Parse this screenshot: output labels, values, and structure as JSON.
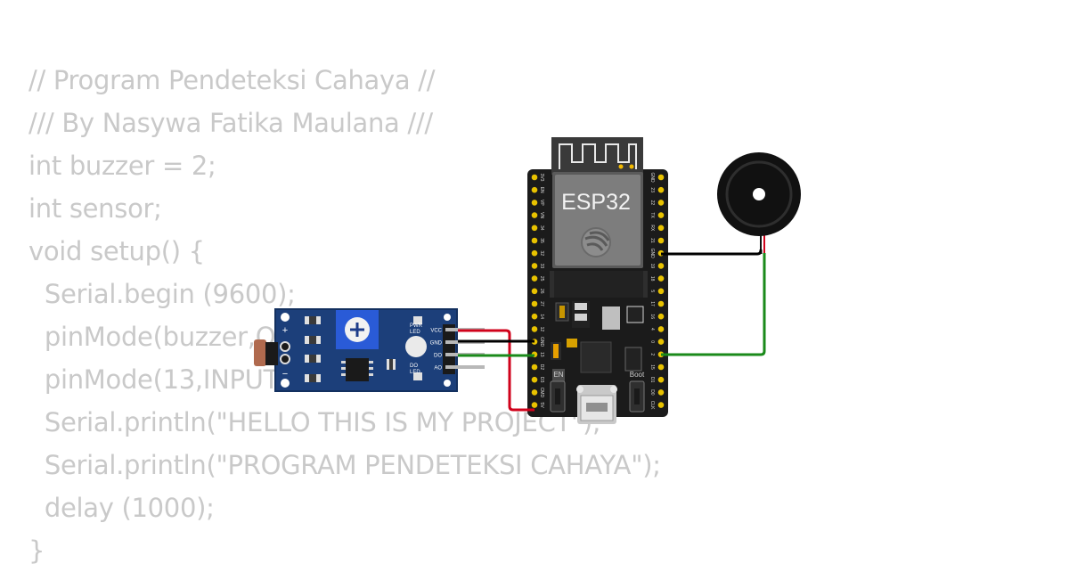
{
  "code_lines": [
    "// Program Pendeteksi Cahaya //",
    "/// By Nasywa Fatika Maulana ///",
    "int buzzer = 2;",
    "int sensor;",
    "void setup() {",
    "  Serial.begin (9600);",
    "  pinMode(buzzer,OUTPUT);",
    "  pinMode(13,INPUT);",
    "  Serial.println(\"HELLO THIS IS MY PROJECT\");",
    "  Serial.println(\"PROGRAM PENDETEKSI CAHAYA\");",
    "  delay (1000);",
    "}"
  ],
  "esp32": {
    "chip_label": "ESP32",
    "left_pins": [
      "3V3",
      "EN",
      "VP",
      "VN",
      "34",
      "35",
      "32",
      "33",
      "25",
      "26",
      "27",
      "14",
      "12",
      "GND",
      "13",
      "D2",
      "D3",
      "CMD",
      "5V"
    ],
    "right_pins": [
      "GND",
      "23",
      "22",
      "TX",
      "RX",
      "21",
      "GND",
      "19",
      "18",
      "5",
      "17",
      "16",
      "4",
      "0",
      "2",
      "15",
      "D1",
      "D0",
      "CLK"
    ],
    "button_en": "EN",
    "button_boot": "Boot"
  },
  "sensor_module": {
    "pins": [
      "VCC",
      "GND",
      "DO",
      "AO"
    ],
    "pwr_led_label": [
      "PWR",
      "LED"
    ],
    "do_led_label": [
      "DO",
      "LED"
    ],
    "plus_label": "+",
    "minus_label": "−"
  },
  "colors": {
    "code_text": "#c9c9c9",
    "board_black": "#1b1b1b",
    "module_blue": "#1c3f7a",
    "pot_blue": "#2a5bd7",
    "pin_gold": "#e8c200",
    "wire_red": "#d0021b",
    "wire_black": "#000000",
    "wire_green": "#1a8a1a"
  },
  "icons": [
    "espressif-logo-icon",
    "potentiometer-cross-icon",
    "usb-port-icon"
  ]
}
